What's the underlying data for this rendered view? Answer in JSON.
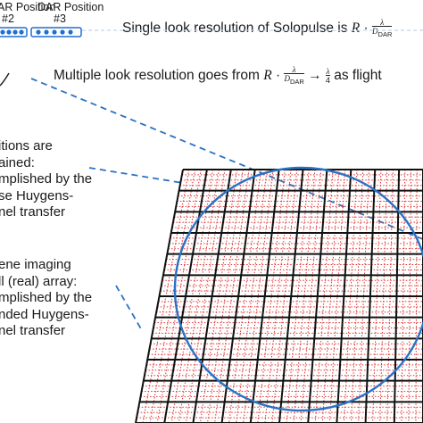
{
  "dar_positions": [
    {
      "label": "DAR Position",
      "number": "#2"
    },
    {
      "label": "DAR Position",
      "number": "#3"
    }
  ],
  "single_look": {
    "text": "Single look resolution of Solopulse is",
    "formula": "R · λ / D_DAR"
  },
  "multiple_look": {
    "text_before": "Multiple look resolution goes from",
    "formula_from": "R · λ / D_DAR",
    "formula_to": "λ / 4",
    "text_after": "as flight"
  },
  "left_block_1": [
    "itions are",
    "ained:",
    "mplished by the",
    "se Huygens-",
    "nel transfer"
  ],
  "left_block_2": [
    "ene imaging",
    "ll (real) array:",
    "mplished by the",
    "nded Huygens-",
    "nel transfer"
  ],
  "colors": {
    "array_blue": "#1f6fd1",
    "ellipse_blue": "#2b72c4",
    "grid_black": "#111111",
    "grid_red": "#e03030"
  }
}
